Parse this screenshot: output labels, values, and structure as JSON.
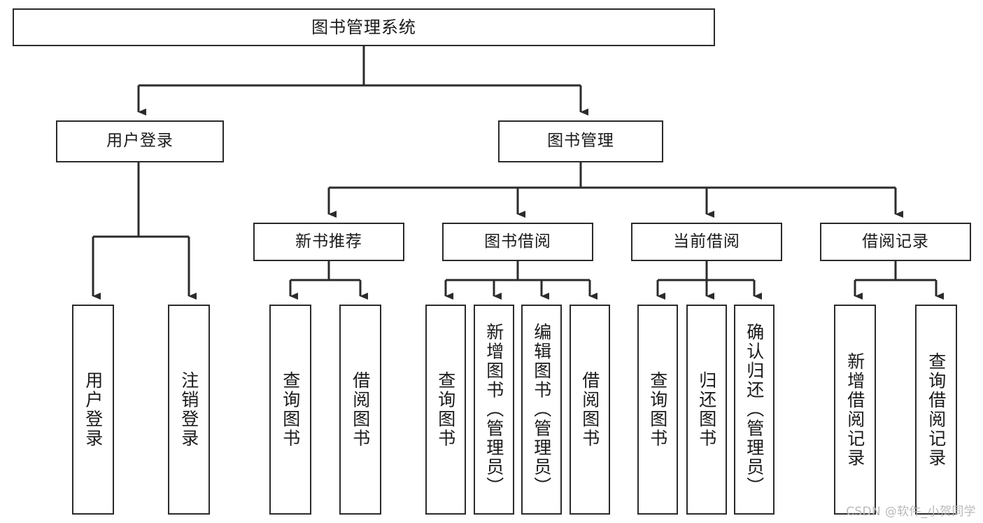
{
  "diagram": {
    "type": "tree",
    "title": "图书管理系统",
    "orientation": "top-down",
    "colors": {
      "box_border": "#2b2b2b",
      "box_fill": "#ffffff",
      "edge": "#2b2b2b",
      "text": "#1a1a1a",
      "watermark": "#b9b9b9",
      "background": "#ffffff"
    },
    "root": {
      "label": "图书管理系统"
    },
    "level2": [
      {
        "label": "用户登录"
      },
      {
        "label": "图书管理"
      }
    ],
    "level3": [
      {
        "label": "新书推荐"
      },
      {
        "label": "图书借阅"
      },
      {
        "label": "当前借阅"
      },
      {
        "label": "借阅记录"
      }
    ],
    "leaves": {
      "user_login": [
        {
          "label": "用户登录"
        },
        {
          "label": "注销登录"
        }
      ],
      "new_book": [
        {
          "label": "查询图书"
        },
        {
          "label": "借阅图书"
        }
      ],
      "book_borrow": [
        {
          "label": "查询图书"
        },
        {
          "label": "新增图书（管理员）"
        },
        {
          "label": "编辑图书（管理员）"
        },
        {
          "label": "借阅图书"
        }
      ],
      "current_borrow": [
        {
          "label": "查询图书"
        },
        {
          "label": "归还图书"
        },
        {
          "label": "确认归还（管理员）"
        }
      ],
      "borrow_record": [
        {
          "label": "新增借阅记录"
        },
        {
          "label": "查询借阅记录"
        }
      ]
    },
    "watermark": "CSDN @软件_小贺同学"
  }
}
